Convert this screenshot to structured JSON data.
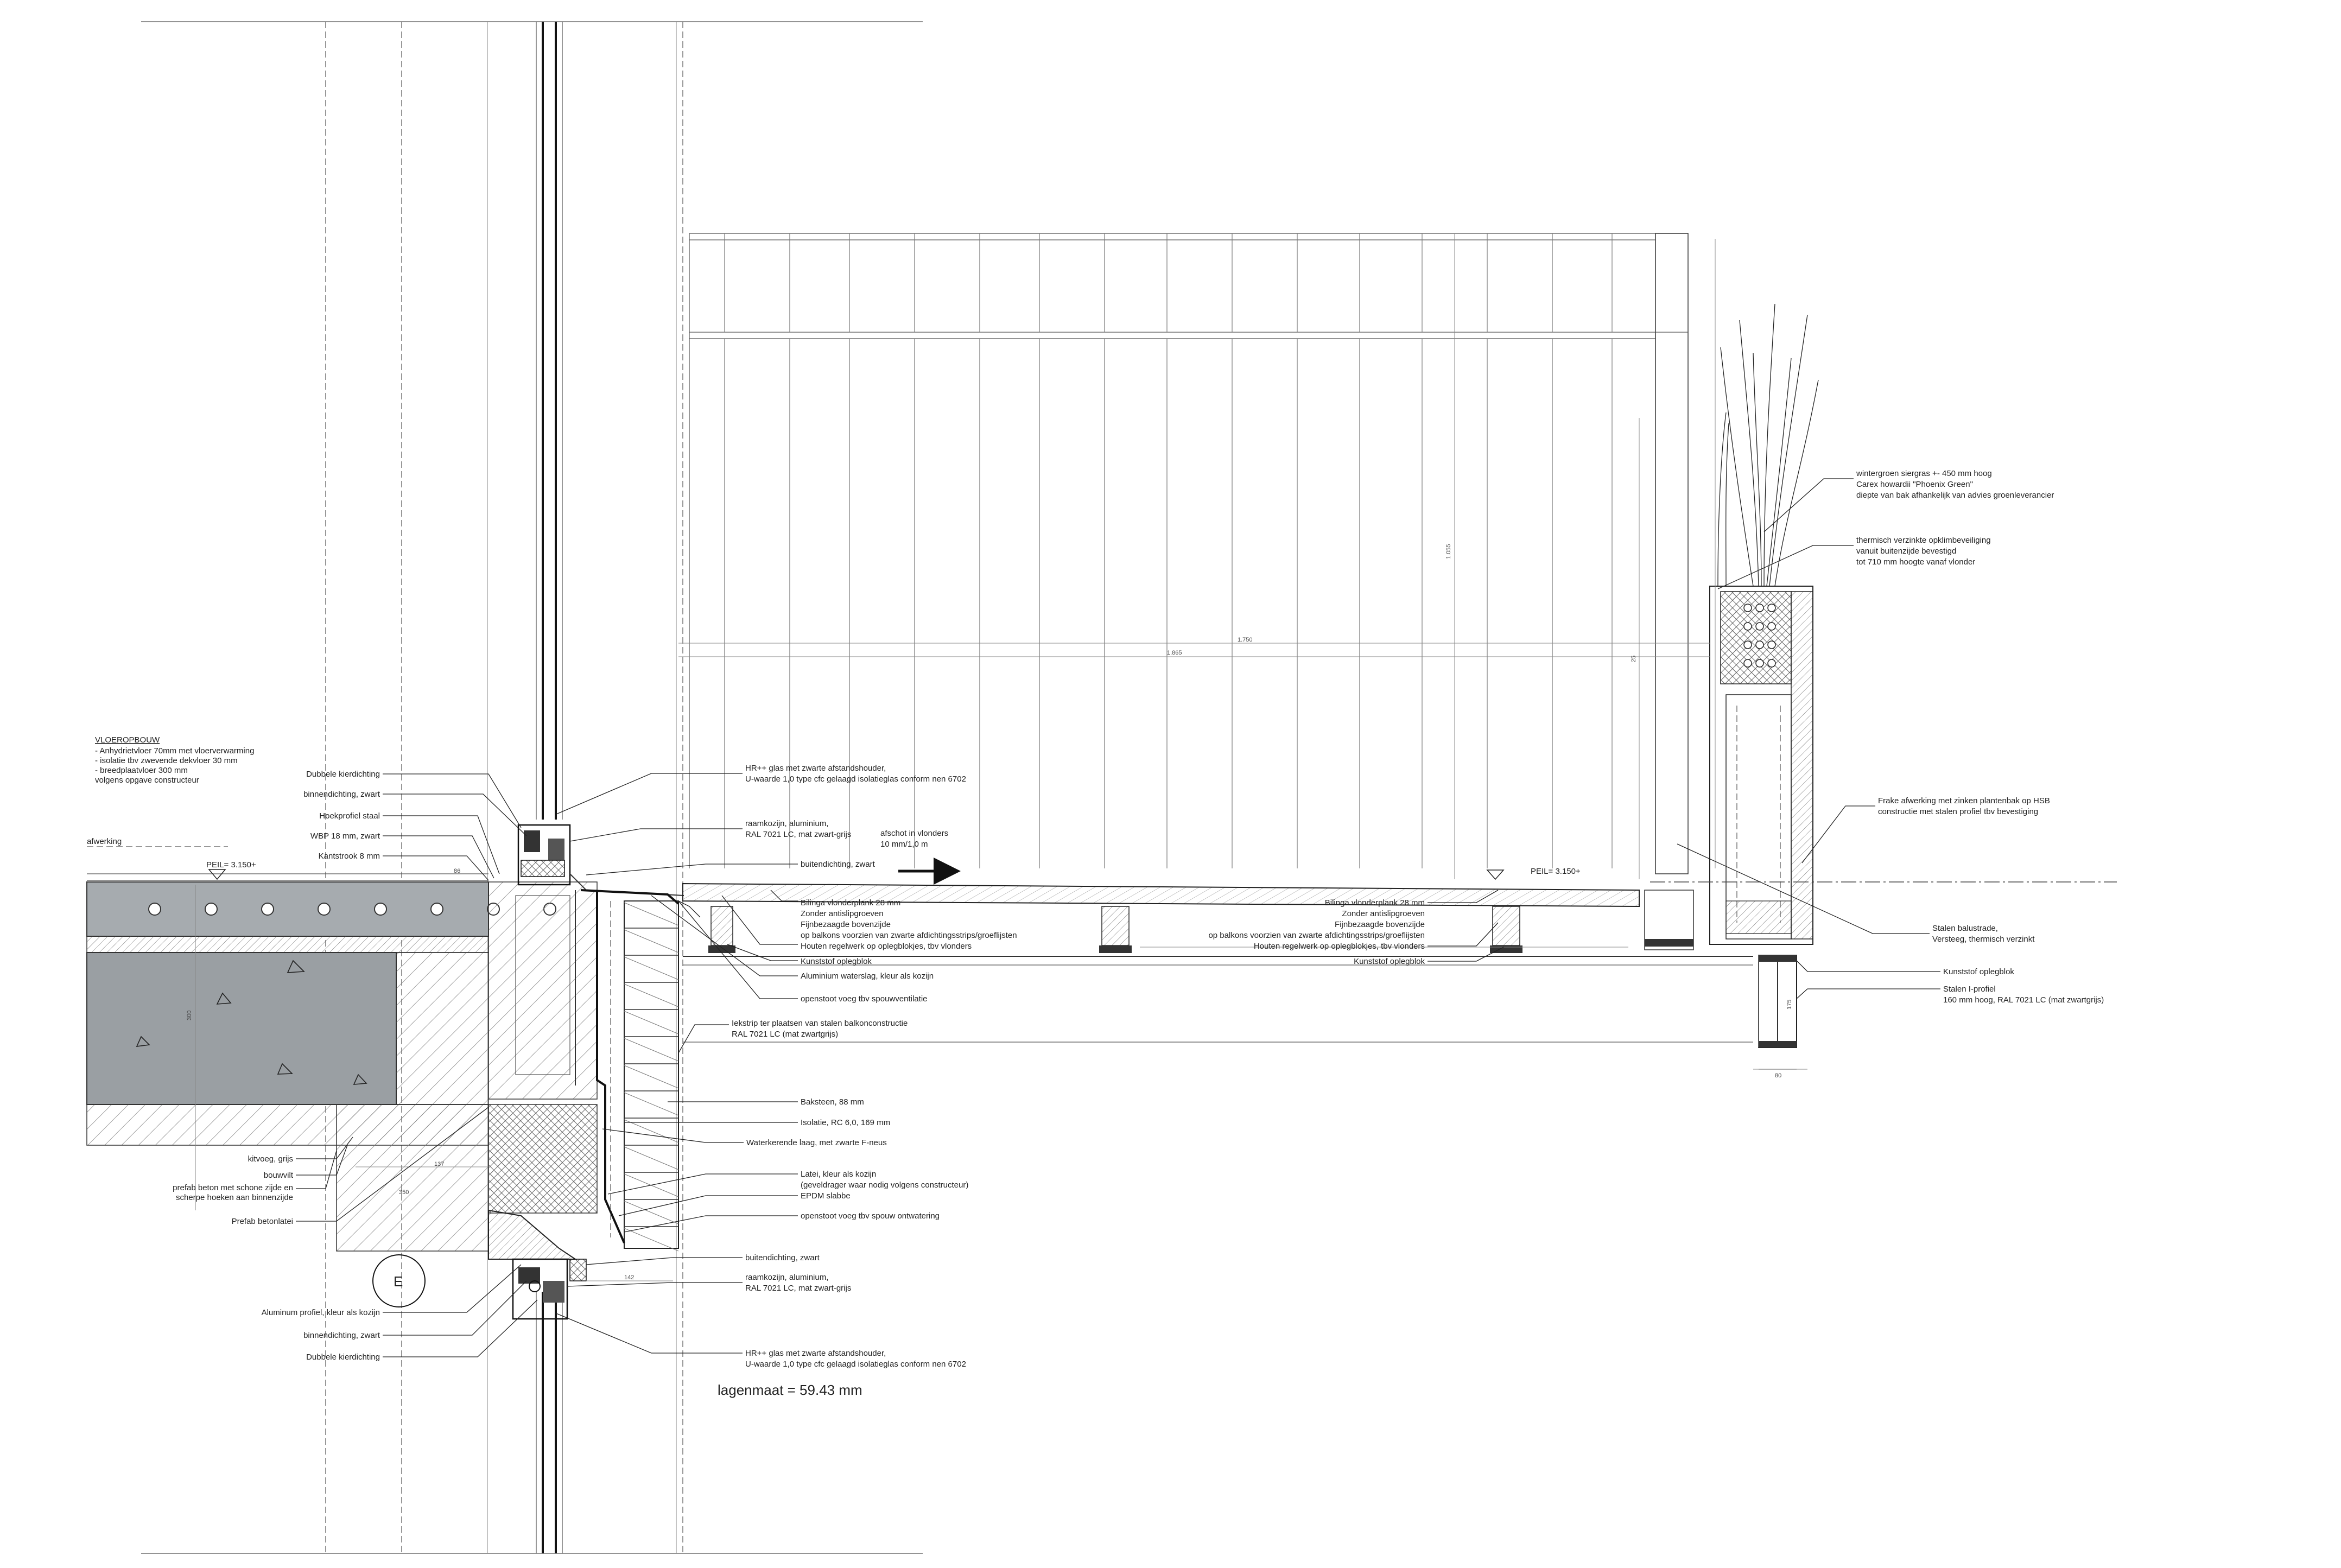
{
  "floor_build_up": {
    "title": "VLOEROPBOUW",
    "lines": [
      "- Anhydrietvloer 70mm met vloerverwarming",
      "- isolatie tbv zwevende dekvloer 30 mm",
      "- breedplaatvloer 300 mm",
      "volgens opgave constructeur"
    ]
  },
  "levels": {
    "peil_left": "PEIL= 3.150+",
    "peil_right": "PEIL= 3.150+",
    "afwerking": "afwerking"
  },
  "labels_left": [
    "Dubbele kierdichting",
    "binnendichting, zwart",
    "Hoekprofiel staal",
    "WBP 18 mm, zwart",
    "Kantstrook 8 mm",
    "kitvoeg, grijs",
    "bouwvilt",
    "prefab beton met schone zijde en",
    "scherpe hoeken aan binnenzijde",
    "Prefab betonlatei",
    "Aluminum profiel, kleur als kozijn",
    "binnendichting, zwart",
    "Dubbele kierdichting"
  ],
  "labels_mid": {
    "glass_top": [
      "HR++ glas met zwarte afstandshouder,",
      "U-waarde 1,0 type cfc gelaagd isolatieglas conform nen 6702"
    ],
    "frame_top": [
      "raamkozijn, aluminium,",
      "RAL 7021 LC, mat zwart-grijs"
    ],
    "slope": [
      "afschot in vlonders",
      "10 mm/1,0 m"
    ],
    "outer_seal": "buitendichting, zwart",
    "deck_stack": [
      "Bilinga vlonderplank 28 mm",
      "Zonder antislipgroeven",
      "Fijnbezaagde bovenzijde",
      "op balkons voorzien van zwarte afdichtingsstrips/groeflijsten",
      "Houten regelwerk op oplegblokjes, tbv vlonders",
      "Kunststof oplegblok",
      "Aluminium waterslag, kleur als kozijn",
      "openstoot voeg tbv spouwventilatie"
    ],
    "iso_strip": [
      "Iekstrip ter plaatsen van stalen balkonconstructie",
      "RAL 7021 LC (mat zwartgrijs)"
    ],
    "wall": [
      "Baksteen, 88 mm",
      "Isolatie, RC 6,0, 169 mm",
      "Waterkerende laag, met zwarte F-neus"
    ],
    "lintel": [
      "Latei, kleur als kozijn",
      "(geveldrager waar nodig volgens constructeur)",
      "EPDM slabbe",
      "openstoot voeg tbv spouw ontwatering"
    ],
    "outer_seal_bottom": "buitendichting, zwart",
    "frame_bottom": [
      "raamkozijn, aluminium,",
      "RAL 7021 LC, mat zwart-grijs"
    ],
    "glass_bottom": [
      "HR++ glas met zwarte afstandshouder,",
      "U-waarde 1,0 type cfc gelaagd isolatieglas conform nen 6702"
    ],
    "scale_note": "lagenmaat = 59.43 mm"
  },
  "labels_deck_right": [
    "Bilinga vlonderplank 28 mm",
    "Zonder antislipgroeven",
    "Fijnbezaagde bovenzijde",
    "op balkons voorzien van zwarte afdichtingsstrips/groeflijsten",
    "Houten regelwerk op oplegblokjes, tbv vlonders",
    "Kunststof oplegblok"
  ],
  "labels_right": {
    "grass": [
      "wintergroen siergras  +- 450 mm hoog",
      "Carex howardii \"Phoenix Green\"",
      "diepte van bak afhankelijk van advies groenleverancier"
    ],
    "guard": [
      "thermisch verzinkte opklimbeveiliging",
      "vanuit buitenzijde bevestigd",
      "tot 710 mm hoogte vanaf vlonder"
    ],
    "trim": [
      "Frake afwerking met zinken plantenbak op HSB",
      "constructie met stalen profiel tbv bevestiging"
    ],
    "balustrade": [
      "Stalen balustrade,",
      "Versteeg, thermisch verzinkt"
    ],
    "support": "Kunststof oplegblok",
    "beam": [
      "Stalen I-profiel",
      "160 mm hoog, RAL 7021 LC (mat zwartgrijs)"
    ]
  },
  "dimensions": {
    "d1750": "1.750",
    "d1865": "1.865",
    "d1055": "1.055",
    "d25": "25",
    "d86": "86",
    "d137": "137",
    "d142": "142",
    "d175": "175",
    "d300": "300",
    "d350": "350",
    "d80": "80"
  },
  "section_marker": "E",
  "colors": {
    "concrete_fill": "#9a9fa3",
    "line": "#333333",
    "hatch": "#666666"
  }
}
